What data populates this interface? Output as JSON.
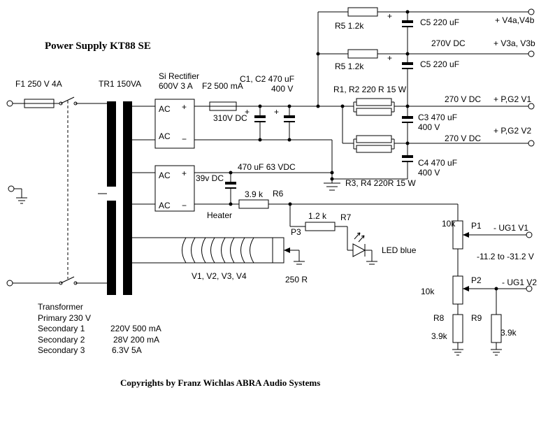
{
  "title": "Power Supply KT88 SE",
  "copyright": "Copyrights by Franz Wichlas ABRA Audio Systems",
  "sym": {
    "plus": "+",
    "minus": "−"
  },
  "input": {
    "f1": "F1 250 V 4A",
    "transformer": "TR1 150VA"
  },
  "rectifier": {
    "name": "Si Rectifier",
    "rating": "600V 3 A",
    "ac": "AC"
  },
  "main_supply": {
    "f2": "F2 500 mA",
    "c1c2": "C1, C2 470 uF",
    "c1c2_v": "400 V",
    "dc": "310V DC",
    "r1r2": "R1, R2 220 R 15 W",
    "r3r4": "R3, R4 220R 15 W",
    "c3": "C3 470 uF",
    "c3_v": "400 V",
    "c4": "C4 470 uF",
    "c4_v": "400 V"
  },
  "preamp": {
    "r5_1": "R5  1.2k",
    "c5_1": "C5 220 uF",
    "r5_2": "R5  1.2k",
    "c5_2": "C5 220 uF"
  },
  "outputs": {
    "v4": "+  V4a,V4b",
    "v3_dc": "270V DC",
    "v3": "+  V3a, V3b",
    "pg2v1_dc": "270 V DC",
    "pg2v1": "+ P,G2 V1",
    "pg2v2": "+ P,G2 V2",
    "pg2v2_dc": "270 V DC",
    "ug1v1": "- UG1 V1",
    "bias_range": "-11.2 to -31.2 V",
    "ug1v2": "- UG1 V2"
  },
  "bias": {
    "dc": "39v DC",
    "cap": "470 uF 63 VDC",
    "r6_v": "3.9 k",
    "r6": "R6",
    "r7_v": "1.2 k",
    "r7": "R7",
    "led": "LED blue",
    "p1_v": "10k",
    "p1": "P1",
    "p2_v": "10k",
    "p2": "P2",
    "r8": "R8",
    "r8_v": "3.9k",
    "r9": "R9",
    "r9_v": "3.9k"
  },
  "heater": {
    "label": "Heater",
    "p3": "P3",
    "p3_v": "250 R",
    "tubes": "V1, V2, V3, V4"
  },
  "legend": {
    "col1": [
      "Transformer",
      "Primary 230 V",
      "Secondary 1",
      "Secondary 2",
      "Secondary 3"
    ],
    "col2": [
      "220V 500 mA",
      "28V  200 mA",
      "6.3V  5A"
    ]
  }
}
